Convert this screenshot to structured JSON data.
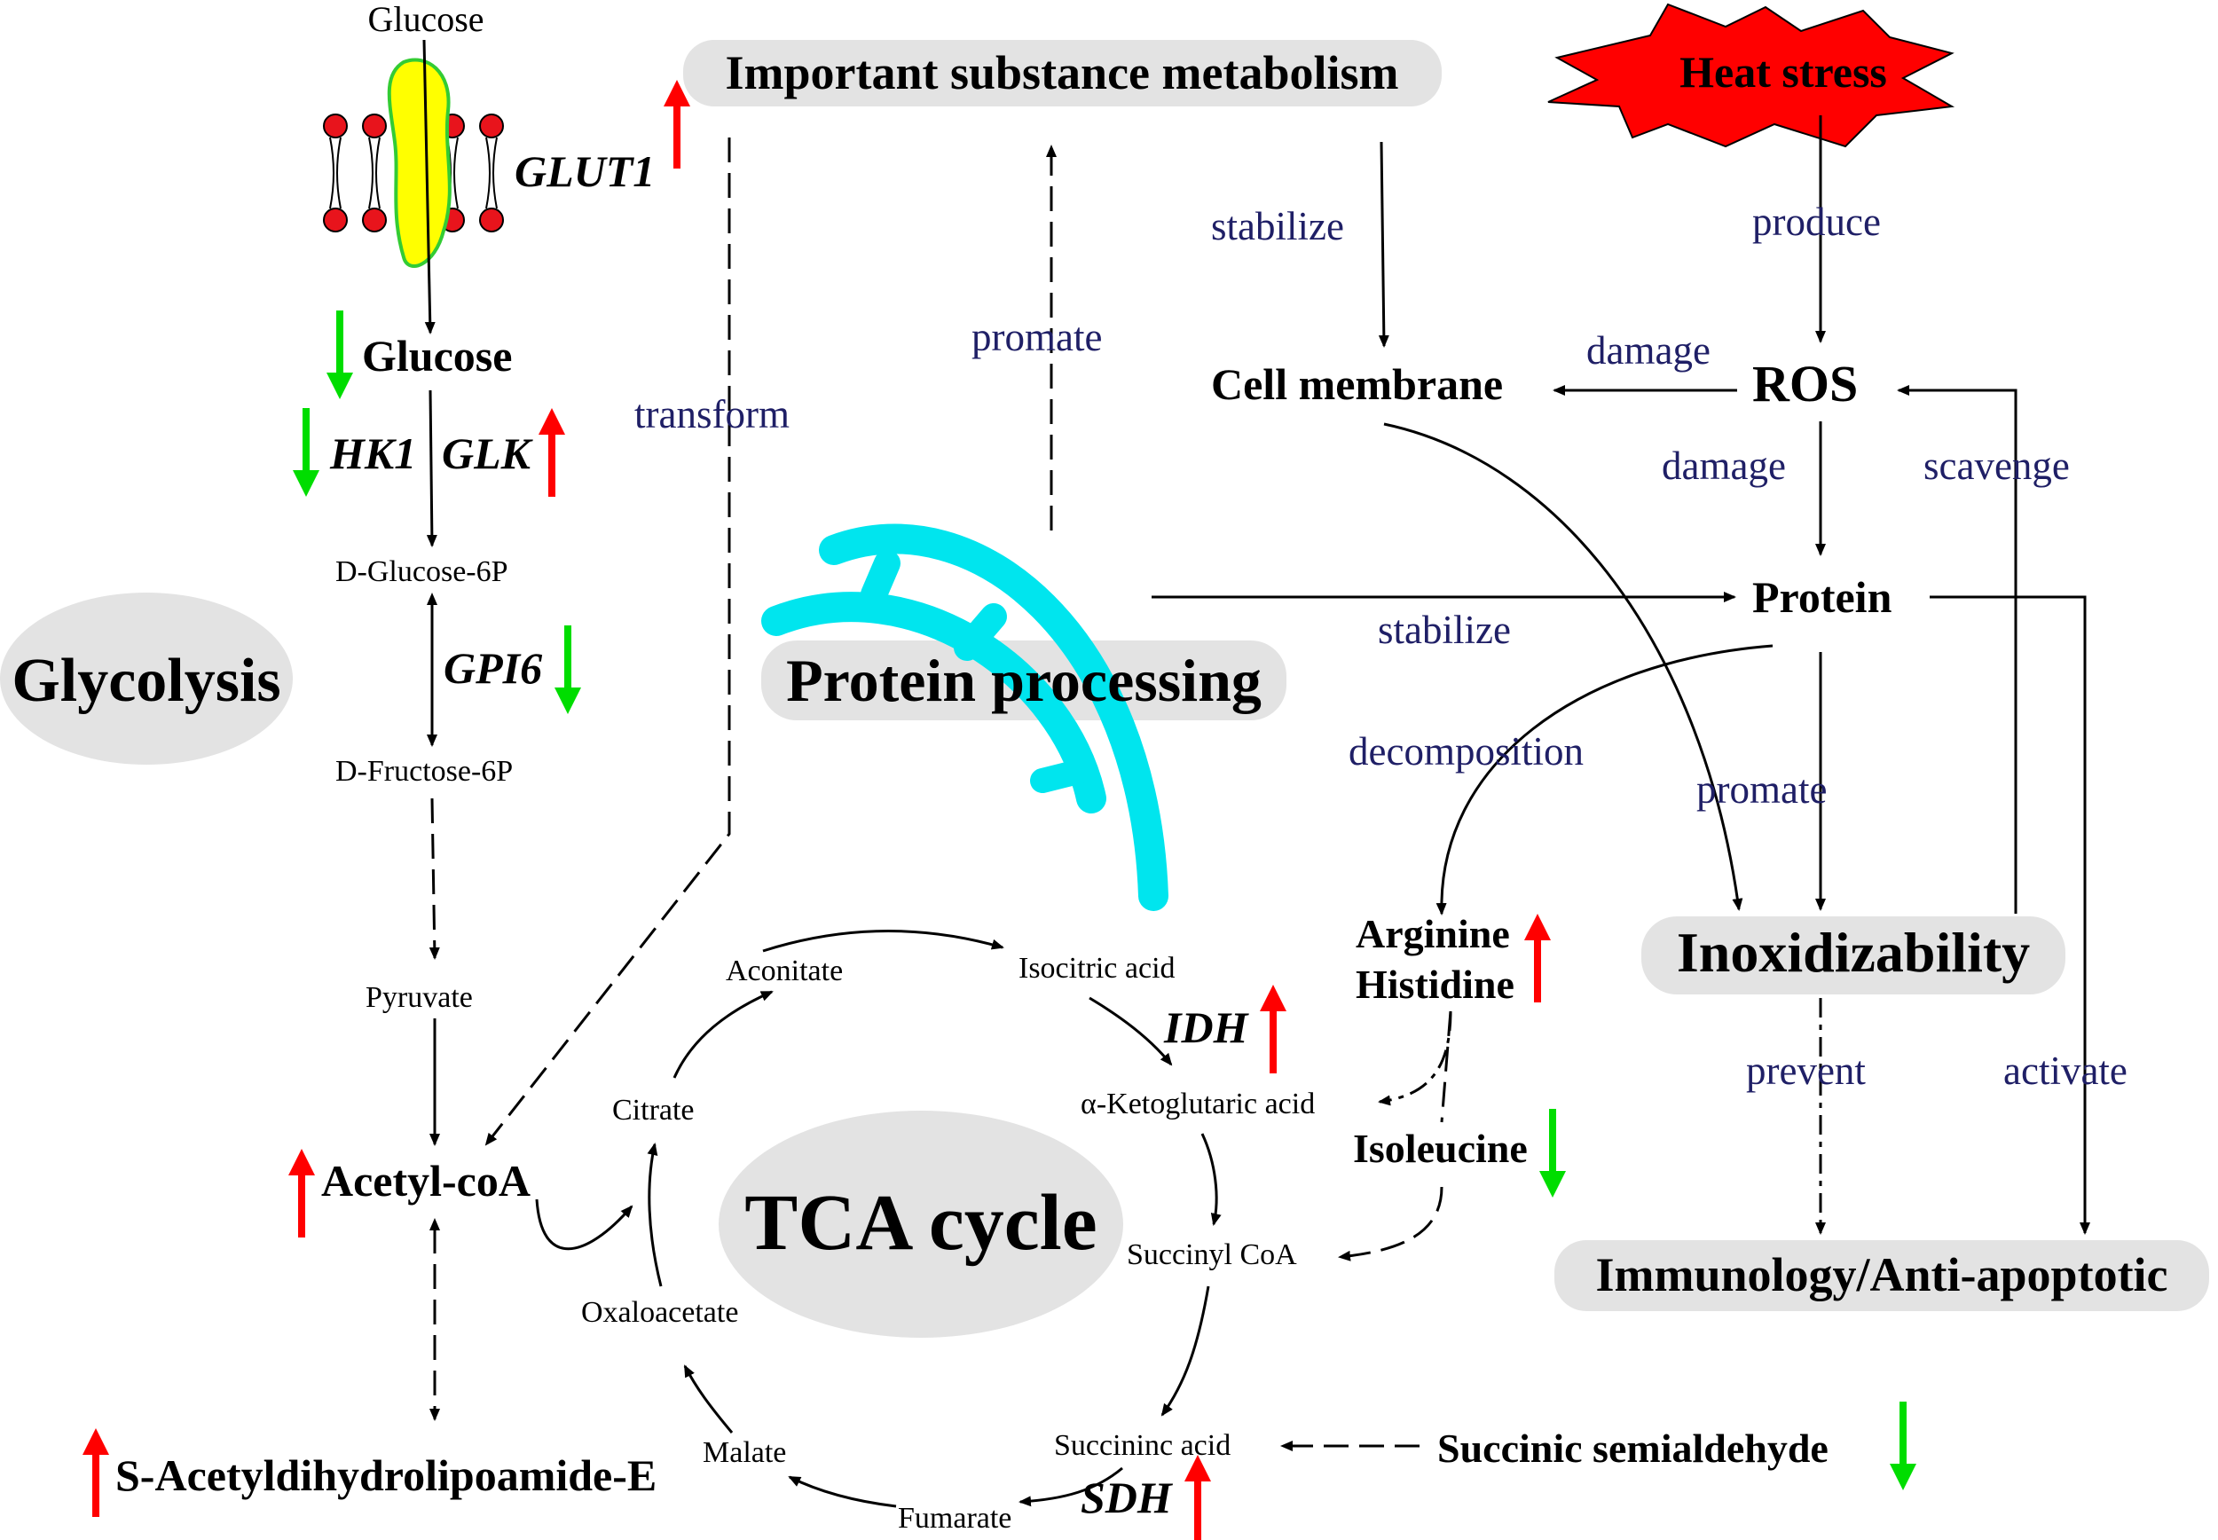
{
  "membrane": {
    "glucose_outside": "Glucose",
    "transporter_gene": "GLUT1",
    "transporter_trend": "up"
  },
  "glycolysis": {
    "title": "Glycolysis",
    "glucose": "Glucose",
    "glucose_trend": "down",
    "hk1": "HK1",
    "hk1_trend": "down",
    "glk": "GLK",
    "glk_trend": "up",
    "g6p": "D-Glucose-6P",
    "gpi6": "GPI6",
    "gpi6_trend": "down",
    "f6p": "D-Fructose-6P",
    "pyruvate": "Pyruvate",
    "acetyl_coa": "Acetyl-coA",
    "acetyl_coa_trend": "up",
    "s_acetyl": "S-Acetyldihydrolipoamide-E",
    "s_acetyl_trend": "up"
  },
  "important_metabolism": {
    "label": "Important substance metabolism",
    "transform": "transform",
    "promate": "promate"
  },
  "protein_processing": {
    "label": "Protein processing"
  },
  "tca": {
    "title": "TCA cycle",
    "citrate": "Citrate",
    "aconitate": "Aconitate",
    "isocitric": "Isocitric acid",
    "idh": "IDH",
    "idh_trend": "up",
    "akg": "α-Ketoglutaric acid",
    "succinyl": "Succinyl CoA",
    "succinic": "Succininc acid",
    "sdh": "SDH",
    "sdh_trend": "up",
    "fumarate": "Fumarate",
    "malate": "Malate",
    "oxaloacetate": "Oxaloacetate"
  },
  "amino_acids": {
    "arginine": "Arginine",
    "histidine": "Histidine",
    "arg_his_trend": "up",
    "isoleucine": "Isoleucine",
    "isoleucine_trend": "down",
    "succinic_semialdehyde": "Succinic semialdehyde",
    "succinic_semialdehyde_trend": "down"
  },
  "stress": {
    "heat_stress": "Heat stress",
    "produce": "produce",
    "ros": "ROS",
    "damage_membrane": "damage",
    "cell_membrane": "Cell membrane",
    "stabilize_membrane": "stabilize",
    "damage_protein": "damage",
    "scavenge": "scavenge",
    "protein": "Protein",
    "stabilize_protein": "stabilize",
    "decomposition": "decomposition",
    "promate": "promate",
    "inoxidizability": "Inoxidizability",
    "prevent": "prevent",
    "activate": "activate",
    "immunology": "Immunology/Anti-apoptotic"
  },
  "colors": {
    "up_arrow": "#ff0000",
    "down_arrow": "#00dd00",
    "label_bg": "#e3e3e3",
    "er_cyan": "#00e5ee",
    "transporter_fill": "#ffff00",
    "transporter_stroke": "#33cc33",
    "heat_fill": "#ff0000",
    "verb_text": "#1f1f66"
  }
}
